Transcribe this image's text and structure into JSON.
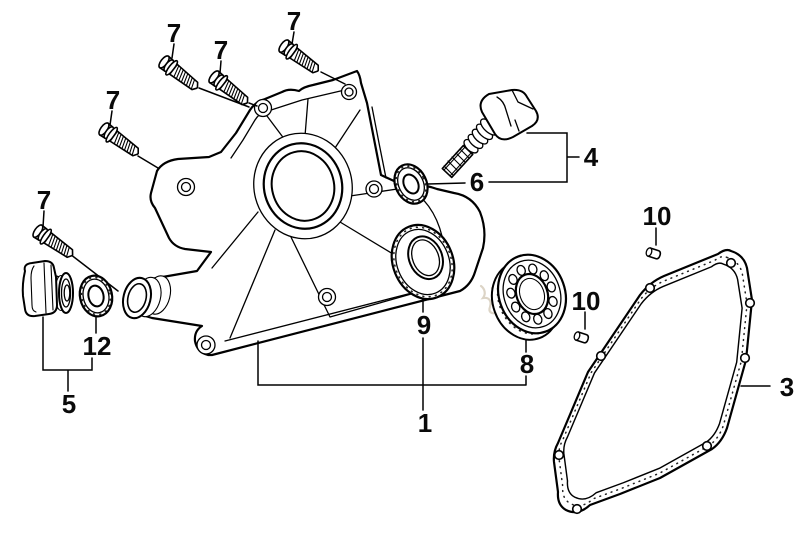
{
  "diagram": {
    "type": "exploded-parts-diagram",
    "subject": "engine crankcase side cover",
    "background_color": "#ffffff",
    "line_color": "#000000",
    "watermark_color": "#d8cfc0",
    "callouts": [
      {
        "text": "7",
        "part": "flange-bolt"
      },
      {
        "text": "7",
        "part": "flange-bolt"
      },
      {
        "text": "7",
        "part": "flange-bolt"
      },
      {
        "text": "7",
        "part": "flange-bolt"
      },
      {
        "text": "7",
        "part": "flange-bolt"
      },
      {
        "text": "4",
        "part": "oil-filler-dipstick"
      },
      {
        "text": "6",
        "part": "dipstick-seal"
      },
      {
        "text": "10",
        "part": "dowel-pin"
      },
      {
        "text": "10",
        "part": "dowel-pin"
      },
      {
        "text": "9",
        "part": "oil-seal"
      },
      {
        "text": "8",
        "part": "radial-ball-bearing"
      },
      {
        "text": "1",
        "part": "crankcase-cover"
      },
      {
        "text": "3",
        "part": "cover-gasket"
      },
      {
        "text": "12",
        "part": "filler-cap-seal"
      },
      {
        "text": "5",
        "part": "oil-filler-cap"
      }
    ]
  }
}
